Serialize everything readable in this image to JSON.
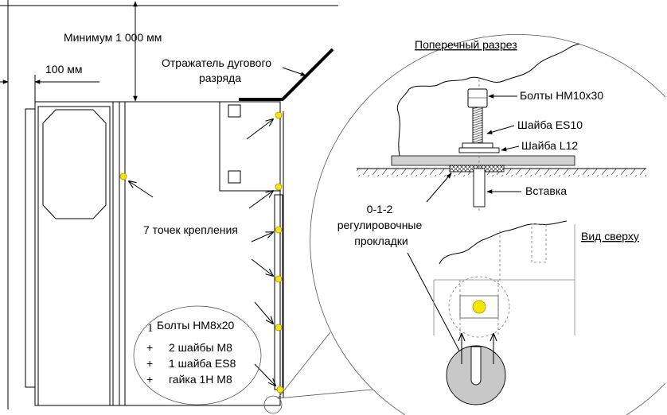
{
  "dimensions": {
    "min_height_label": "Минимум 1 000 мм",
    "side_clearance_label": "100 мм"
  },
  "reflector": {
    "label_line1": "Отражатель дугового",
    "label_line2": "разряда"
  },
  "fixing": {
    "label": "7 точек крепления"
  },
  "fasteners_note": {
    "prefix": "1",
    "title": "Болты HM8x20",
    "items": [
      {
        "bullet": "+",
        "text": "2 шайбы M8"
      },
      {
        "bullet": "+",
        "text": "1 шайба ES8"
      },
      {
        "bullet": "+",
        "text": "гайка 1H M8"
      }
    ]
  },
  "cross_section": {
    "title": "Поперечный разрез",
    "bolts_label": "Болты HM10x30",
    "washer_es10_label": "Шайба ES10",
    "washer_l12_label": "Шайба L12",
    "insert_label": "Вставка",
    "shims_label": [
      "0-1-2",
      "регулировочные",
      "прокладки"
    ]
  },
  "top_view": {
    "title": "Вид сверху"
  },
  "colors": {
    "fixing_point": "#f4e600",
    "fixing_point_stroke": "#a89a00",
    "shim_fill": "#c8c8c8",
    "plate_fill": "#d2d2d2",
    "reflector": "#000000"
  }
}
